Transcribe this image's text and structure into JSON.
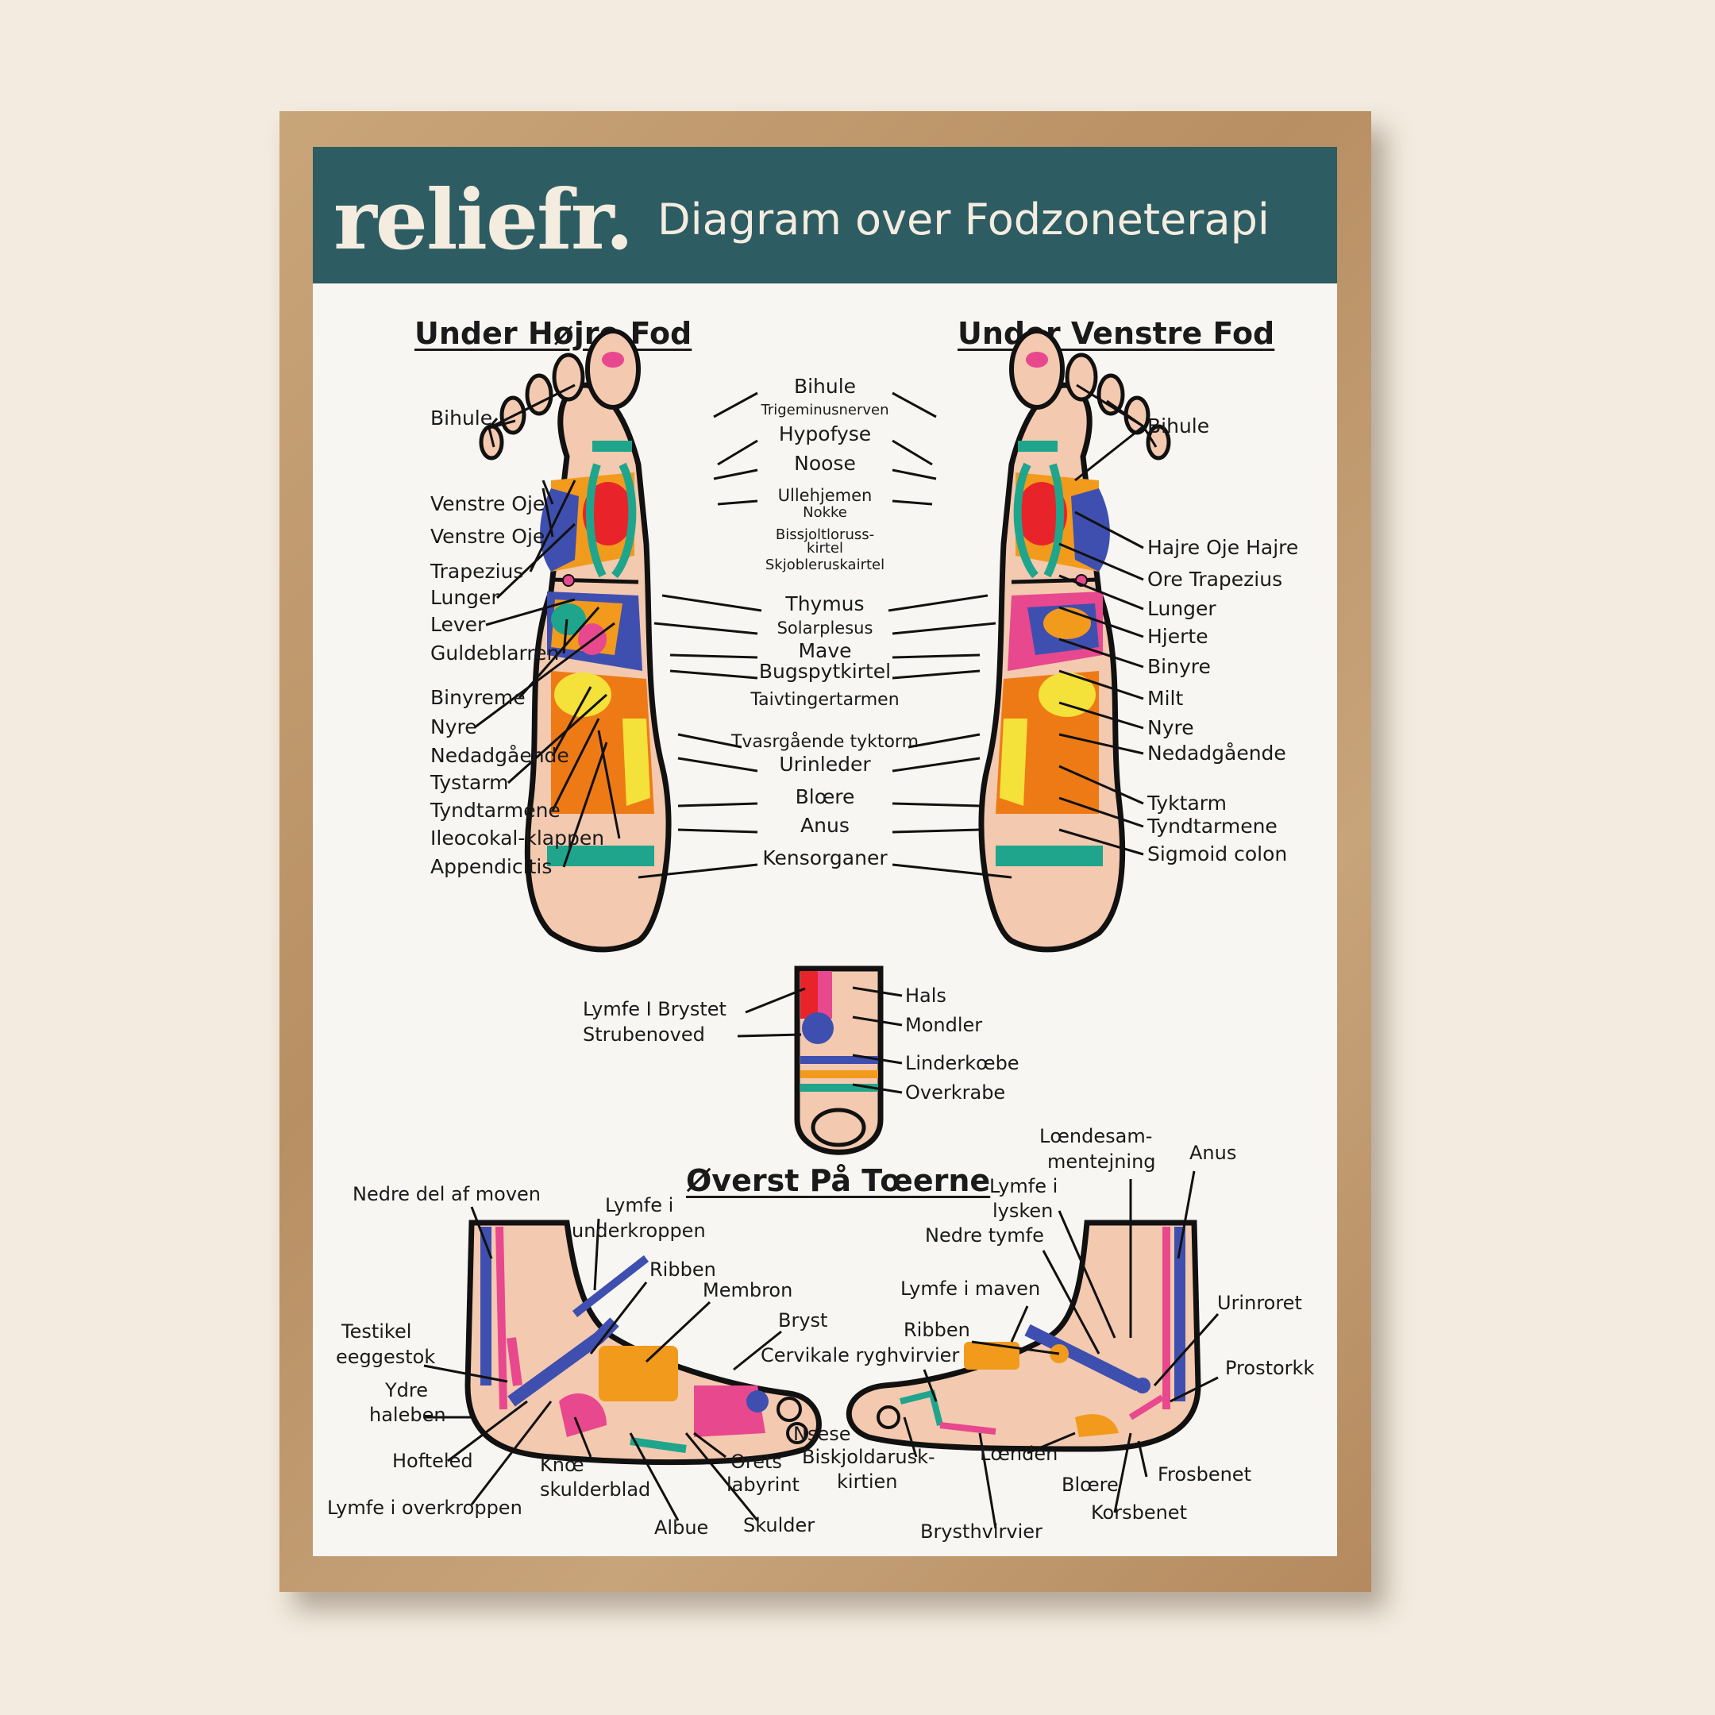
{
  "brand": "reliefr.",
  "subtitle": "Diagram over Fodzoneterapi",
  "headings": {
    "right_foot": "Under Højre Fod",
    "left_foot": "Under Venstre Fod",
    "toes_top": "Øverst På Tœerne"
  },
  "colors": {
    "banner": "#2d5c63",
    "frame": "#c49d70",
    "skin": "#f3c9b0",
    "orange": "#f29a1c",
    "blue": "#3f4fb0",
    "red": "#e8242a",
    "teal": "#1fa58c",
    "yellow": "#f4e13a",
    "pink": "#e8488e",
    "darkorange": "#ee7a16"
  },
  "labels": {
    "sole_right_left_side": [
      "Bihule",
      "Venstre Oje",
      "Venstre Oje",
      "Trapezius",
      "Lunger",
      "Lever",
      "Guldeblarren",
      "Binyreme",
      "Nyre",
      "Nedadgående",
      "Tystarm",
      "Tyndtarmene",
      "Ileocokal-klappen",
      "Appendicitis"
    ],
    "sole_center": [
      "Bihule",
      "Trigeminusnerven",
      "Hypofyse",
      "Noose",
      "Ullehjemen",
      "Nokke",
      "Bissjoltloruss-",
      "kirtel",
      "Skjobleruskairtel",
      "Thymus",
      "Solarplesus",
      "Mave",
      "Bugspytkirtel",
      "Taivtingertarmen",
      "Tvasrgående tyktorm",
      "Urinleder",
      "Blœre",
      "Anus",
      "Kensorganer"
    ],
    "sole_left_right_side": [
      "Bihule",
      "Hajre Oje Hajre",
      "Ore Trapezius",
      "Lunger",
      "Hjerte",
      "Binyre",
      "Milt",
      "Nyre",
      "Nedadgående",
      "Tyktarm",
      "Tyndtarmene",
      "Sigmoid colon"
    ],
    "toe": [
      "Lymfe  I  Brystet",
      "Strubenoved",
      "Hals",
      "Mondler",
      "Linderkœbe",
      "Overkrabe"
    ],
    "side_right": [
      "Nedre del af moven",
      "Lymfe i",
      "underkroppen",
      "Ribben",
      "Membron",
      "Bryst",
      "Testikel",
      "eeggestok",
      "Ydre",
      "haleben",
      "Hofteled",
      "Knœ",
      "skulderblad",
      "Lymfe i overkroppen",
      "Albue",
      "Skulder",
      "Orets",
      "labyrint",
      "Nsese"
    ],
    "side_left": [
      "Lœndesam-",
      "mentejning",
      "Anus",
      "Lymfe i",
      "lysken",
      "Nedre tymfe",
      "Lymfe i maven",
      "Ribben",
      "Cervikale ryghvirvier",
      "Urinroret",
      "Prostorkk",
      "Biskjoldarusk-",
      "kirtien",
      "Lœnden",
      "Blœre",
      "Frosbenet",
      "Korsbenet",
      "Brysthvirvier"
    ]
  }
}
